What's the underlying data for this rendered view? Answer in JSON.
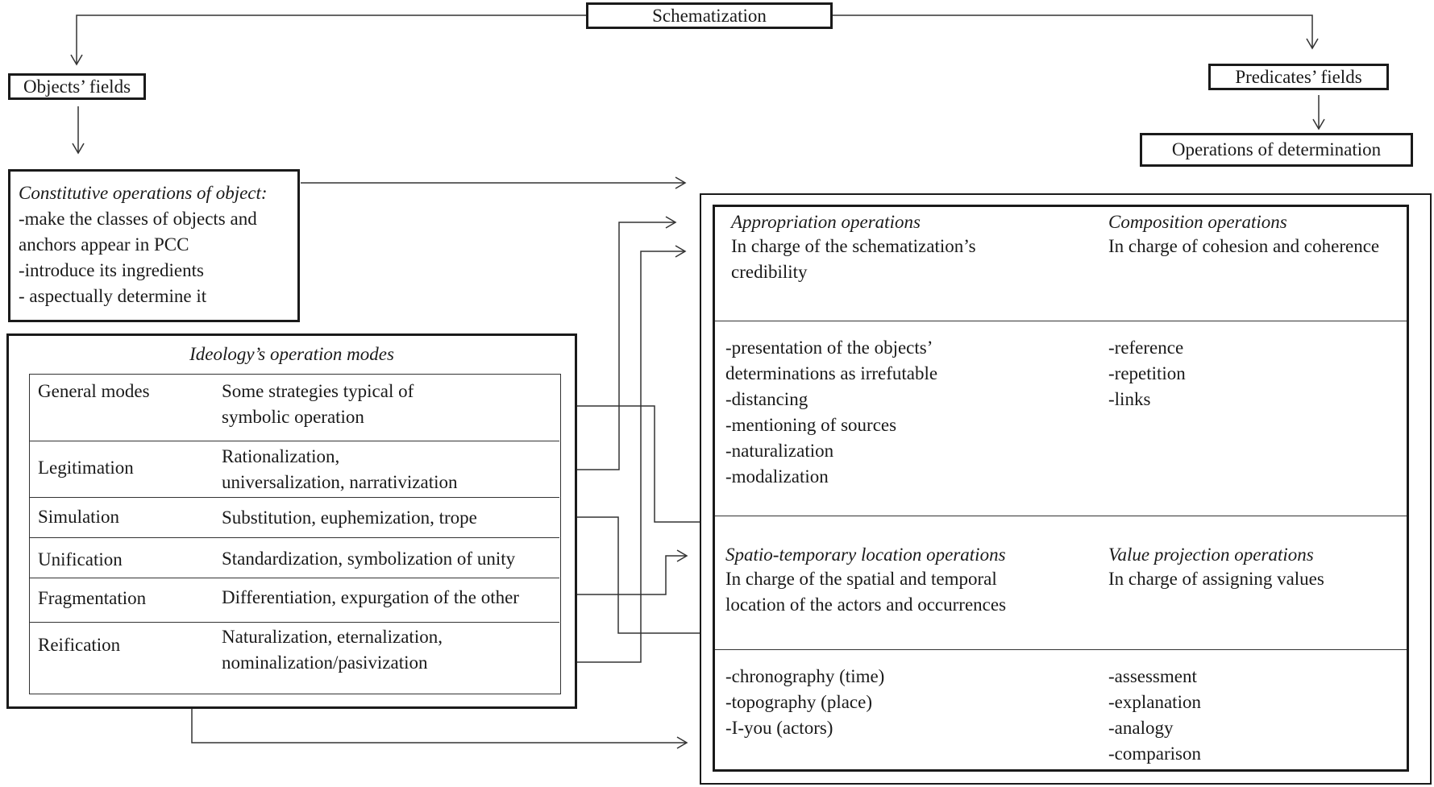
{
  "top": {
    "schematization": "Schematization",
    "objects_fields": "Objects’ fields",
    "predicates_fields": "Predicates’ fields",
    "operations_determination": "Operations of determination"
  },
  "constitutive": {
    "title": "Constitutive operations of object:",
    "lines": [
      "-make the classes of objects and",
      "anchors appear in PCC",
      "-introduce its ingredients",
      "- aspectually determine it"
    ]
  },
  "ideology": {
    "title": "Ideology’s operation modes",
    "rows": [
      {
        "mode": "General modes",
        "desc1": "Some strategies typical of",
        "desc2": "symbolic operation"
      },
      {
        "mode": "Legitimation",
        "desc1": "Rationalization,",
        "desc2": "universalization, narrativization"
      },
      {
        "mode": "Simulation",
        "desc1": "Substitution, euphemization, trope",
        "desc2": ""
      },
      {
        "mode": "Unification",
        "desc1": "Standardization, symbolization of unity",
        "desc2": ""
      },
      {
        "mode": "Fragmentation",
        "desc1": "Differentiation, expurgation of the other",
        "desc2": ""
      },
      {
        "mode": "Reification",
        "desc1": "Naturalization, eternalization,",
        "desc2": "nominalization/pasivization"
      }
    ]
  },
  "operations": {
    "appropriation": {
      "title": "Appropriation operations",
      "desc1": "In charge of the schematization’s",
      "desc2": "credibility",
      "items": [
        "-presentation of the objects’",
        "determinations as irrefutable",
        "-distancing",
        "-mentioning of sources",
        "-naturalization",
        "-modalization"
      ]
    },
    "composition": {
      "title": "Composition operations",
      "desc1": "In charge of cohesion and coherence",
      "items": [
        "-reference",
        "-repetition",
        "-links"
      ]
    },
    "spatio": {
      "title": "Spatio-temporary location operations",
      "desc1": "In charge of the spatial and temporal",
      "desc2": "location of the actors and occurrences",
      "items": [
        "-chronography (time)",
        "-topography (place)",
        "-I-you (actors)"
      ]
    },
    "value": {
      "title": "Value projection operations",
      "desc1": "In charge of assigning values",
      "items": [
        "-assessment",
        "-explanation",
        "-analogy",
        "-comparison"
      ]
    }
  }
}
